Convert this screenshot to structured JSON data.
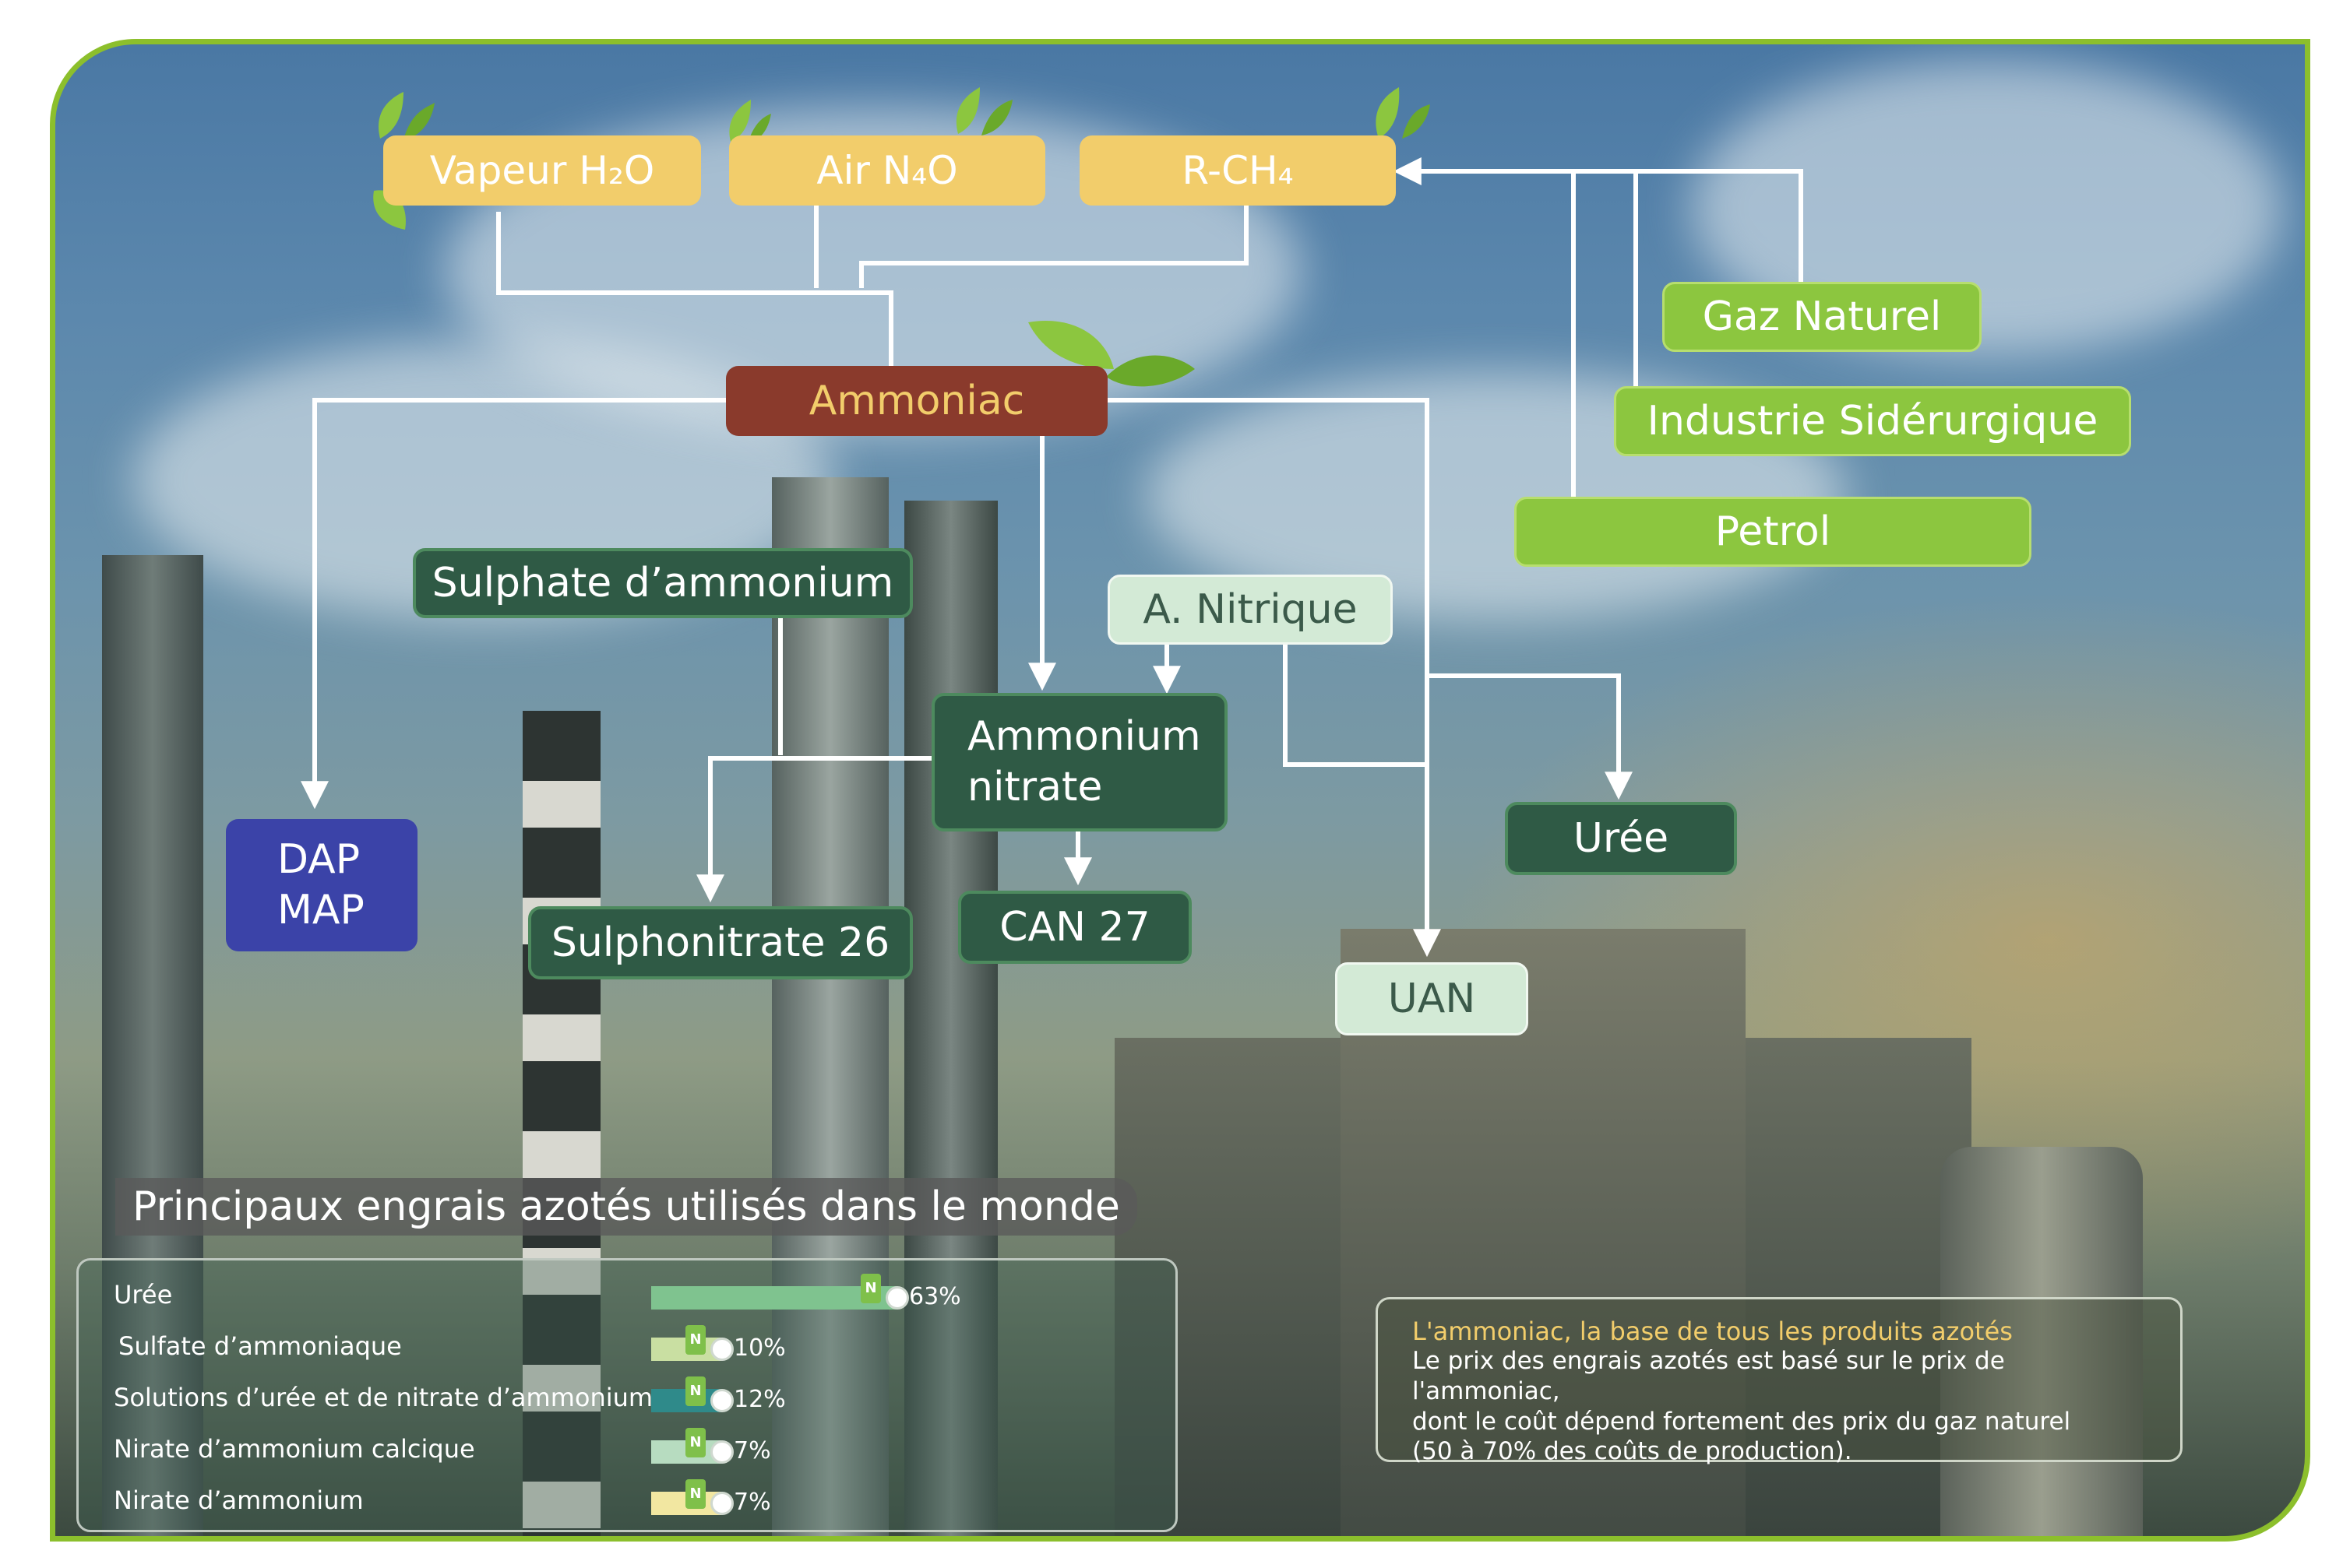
{
  "nodes": {
    "vapeur": "Vapeur H₂O",
    "air": "Air N₄O",
    "rch4": "R-CH₄",
    "gaz": "Gaz Naturel",
    "industrie": "Industrie Sidérurgique",
    "petrol": "Petrol",
    "ammoniac": "Ammoniac",
    "sulphate": "Sulphate d’ammonium",
    "nitrique": "A. Nitrique",
    "ammonium_nitrate_1": "Ammonium",
    "ammonium_nitrate_2": "nitrate",
    "dap": "DAP",
    "map": "MAP",
    "sulphonitrate": "Sulphonitrate 26",
    "can": "CAN 27",
    "uree": "Urée",
    "uan": "UAN"
  },
  "bar_section": {
    "title": "Principaux engrais azotés utilisés dans le monde",
    "rows": [
      {
        "label": "Urée",
        "value": 63,
        "pct": "63%",
        "color": "#7fc38f"
      },
      {
        "label": "Sulfate d’ammoniaque",
        "value": 10,
        "pct": "10%",
        "color": "#c9dfa2"
      },
      {
        "label": "Solutions d’urée et de nitrate d’ammonium",
        "value": 12,
        "pct": "12%",
        "color": "#2f8a8a"
      },
      {
        "label": "Nirate d’ammonium calcique",
        "value": 7,
        "pct": "7%",
        "color": "#b7dcc0"
      },
      {
        "label": "Nirate d’ammonium",
        "value": 7,
        "pct": "7%",
        "color": "#f2e7a1"
      }
    ],
    "bag_letter": "N"
  },
  "info": {
    "heading": "L'ammoniac, la base de tous les produits azotés",
    "line1": "Le prix des engrais azotés est basé sur le prix de l'ammoniac,",
    "line2": "dont le coût dépend fortement des prix du gaz naturel",
    "line3": "(50 à 70% des coûts de production)."
  },
  "colors": {
    "frame": "#8cbf2c",
    "yellow": "#f2cd6b",
    "lime": "#8cc63f",
    "dark_green": "#2f5a45",
    "red": "#8a3a2c",
    "blue": "#3b43a8"
  }
}
